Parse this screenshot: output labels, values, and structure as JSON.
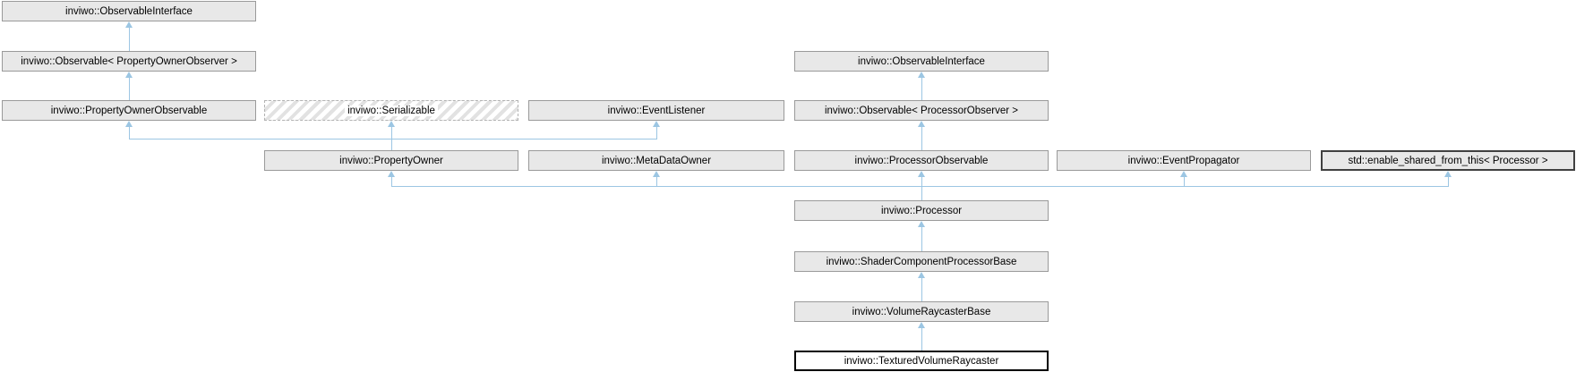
{
  "diagram": {
    "kind": "class-inheritance-graph",
    "colors": {
      "node_fill": "#e8e8e8",
      "node_border": "#9a9a9a",
      "edge": "#9cc6e3",
      "current_node_border": "#000000",
      "external_node_border": "#404040",
      "background": "#ffffff"
    },
    "nodes": {
      "observable_interface_left": {
        "label": "inviwo::ObservableInterface",
        "style": "default"
      },
      "observable_property_owner_observer": {
        "label": "inviwo::Observable< PropertyOwnerObserver >",
        "style": "default"
      },
      "property_owner_observable": {
        "label": "inviwo::PropertyOwnerObservable",
        "style": "default"
      },
      "serializable": {
        "label": "inviwo::Serializable",
        "style": "hatched-dashed"
      },
      "event_listener": {
        "label": "inviwo::EventListener",
        "style": "default"
      },
      "observable_interface_right": {
        "label": "inviwo::ObservableInterface",
        "style": "default"
      },
      "observable_processor_observer": {
        "label": "inviwo::Observable< ProcessorObserver >",
        "style": "default"
      },
      "property_owner": {
        "label": "inviwo::PropertyOwner",
        "style": "default"
      },
      "meta_data_owner": {
        "label": "inviwo::MetaDataOwner",
        "style": "default"
      },
      "processor_observable": {
        "label": "inviwo::ProcessorObservable",
        "style": "default"
      },
      "event_propagator": {
        "label": "inviwo::EventPropagator",
        "style": "default"
      },
      "enable_shared_from_this": {
        "label": "std::enable_shared_from_this< Processor >",
        "style": "dark-border"
      },
      "processor": {
        "label": "inviwo::Processor",
        "style": "default"
      },
      "shader_component_processor_base": {
        "label": "inviwo::ShaderComponentProcessorBase",
        "style": "default"
      },
      "volume_raycaster_base": {
        "label": "inviwo::VolumeRaycasterBase",
        "style": "default"
      },
      "textured_volume_raycaster": {
        "label": "inviwo::TexturedVolumeRaycaster",
        "style": "current-class"
      }
    },
    "edges": [
      {
        "child": "inviwo::Observable< PropertyOwnerObserver >",
        "parents": [
          "inviwo::ObservableInterface"
        ]
      },
      {
        "child": "inviwo::PropertyOwnerObservable",
        "parents": [
          "inviwo::Observable< PropertyOwnerObserver >"
        ]
      },
      {
        "child": "inviwo::PropertyOwner",
        "parents": [
          "inviwo::PropertyOwnerObservable",
          "inviwo::Serializable",
          "inviwo::EventListener"
        ]
      },
      {
        "child": "inviwo::Observable< ProcessorObserver >",
        "parents": [
          "inviwo::ObservableInterface"
        ]
      },
      {
        "child": "inviwo::ProcessorObservable",
        "parents": [
          "inviwo::Observable< ProcessorObserver >"
        ]
      },
      {
        "child": "inviwo::Processor",
        "parents": [
          "inviwo::PropertyOwner",
          "inviwo::MetaDataOwner",
          "inviwo::ProcessorObservable",
          "inviwo::EventPropagator",
          "std::enable_shared_from_this< Processor >"
        ]
      },
      {
        "child": "inviwo::ShaderComponentProcessorBase",
        "parents": [
          "inviwo::Processor"
        ]
      },
      {
        "child": "inviwo::VolumeRaycasterBase",
        "parents": [
          "inviwo::ShaderComponentProcessorBase"
        ]
      },
      {
        "child": "inviwo::TexturedVolumeRaycaster",
        "parents": [
          "inviwo::VolumeRaycasterBase"
        ]
      }
    ]
  }
}
